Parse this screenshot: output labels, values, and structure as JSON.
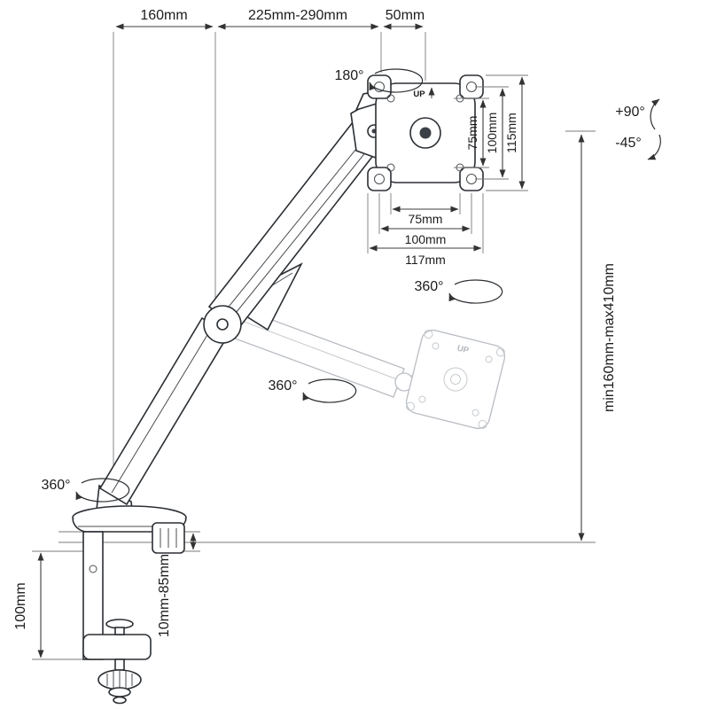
{
  "dims": {
    "top_left": "160mm",
    "top_mid": "225mm-290mm",
    "top_right": "50mm",
    "vesa_v_75": "75mm",
    "vesa_v_100": "100mm",
    "vesa_v_115": "115mm",
    "vesa_h_75": "75mm",
    "vesa_h_100": "100mm",
    "vesa_h_117": "117mm",
    "height_range": "min160mm-max410mm",
    "clamp_height": "100mm",
    "desk_thickness": "10mm-85mm"
  },
  "rotations": {
    "head": "180°",
    "vesa": "360°",
    "arm": "360°",
    "base": "360°"
  },
  "tilt": {
    "up": "+90°",
    "down": "-45°"
  },
  "plate": {
    "up": "UP",
    "ghost_up": "UP"
  }
}
